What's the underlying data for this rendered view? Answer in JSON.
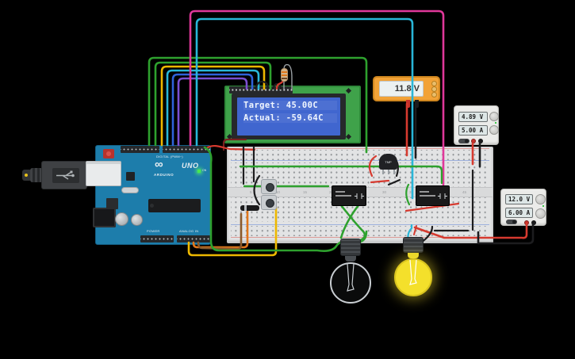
{
  "lcd": {
    "line1": "Target: 45.00C",
    "line2": "Actual: -59.64C"
  },
  "multimeter": {
    "value": "11.8 V"
  },
  "power_supply_1": {
    "voltage": "4.89 V",
    "current": "5.00 A"
  },
  "power_supply_2": {
    "voltage": "12.0 V",
    "current": "6.00 A"
  },
  "arduino": {
    "digital_label": "DIGITAL (PWM~)",
    "brand": "ARDUINO",
    "model": "UNO",
    "logo": "∞",
    "power_label": "POWER",
    "analog_label": "ANALOG IN",
    "on_label": "ON"
  },
  "tmp36": {
    "label": "TMP"
  },
  "breadboard": {
    "column_labels": [
      "5",
      "10",
      "15",
      "20",
      "25",
      "30",
      "35",
      "40",
      "45"
    ]
  },
  "colors": {
    "arduino_blue": "#1d7dab",
    "lcd_green": "#3fa24a",
    "lcd_screen_blue": "#4066cf",
    "multimeter_orange": "#f2a237",
    "bulb_on_yellow": "#f4e02b",
    "psu_gray": "#ebebe9"
  }
}
